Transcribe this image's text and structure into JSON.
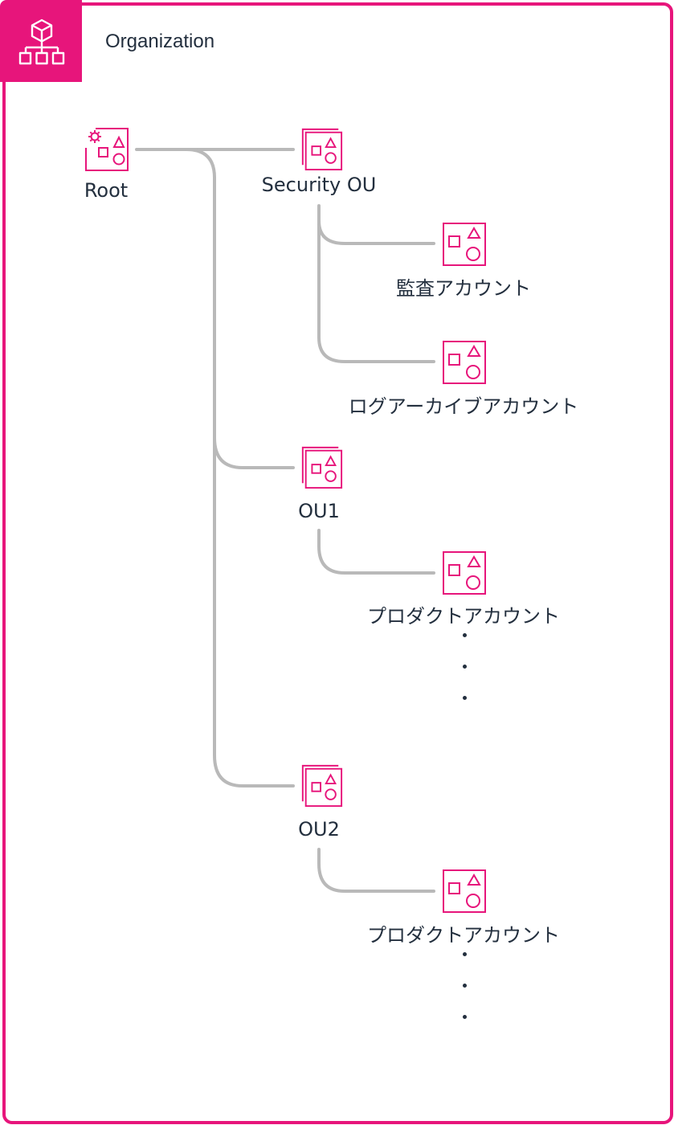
{
  "organization": {
    "title": "Organization",
    "icon": "organization-icon",
    "accent_color": "#E7157B",
    "connector_color": "#b9b9b9"
  },
  "tree": {
    "root": {
      "label": "Root",
      "icon": "organization-root-icon"
    },
    "security_ou": {
      "label": "Security OU",
      "icon": "organizational-unit-icon"
    },
    "audit_account": {
      "label": "監査アカウント",
      "icon": "account-icon"
    },
    "log_archive_account": {
      "label": "ログアーカイブアカウント",
      "icon": "account-icon"
    },
    "ou1": {
      "label": "OU1",
      "icon": "organizational-unit-icon"
    },
    "ou1_product_account": {
      "label": "プロダクトアカウント",
      "icon": "account-icon"
    },
    "ou2": {
      "label": "OU2",
      "icon": "organizational-unit-icon"
    },
    "ou2_product_account": {
      "label": "プロダクトアカウント",
      "icon": "account-icon"
    }
  }
}
